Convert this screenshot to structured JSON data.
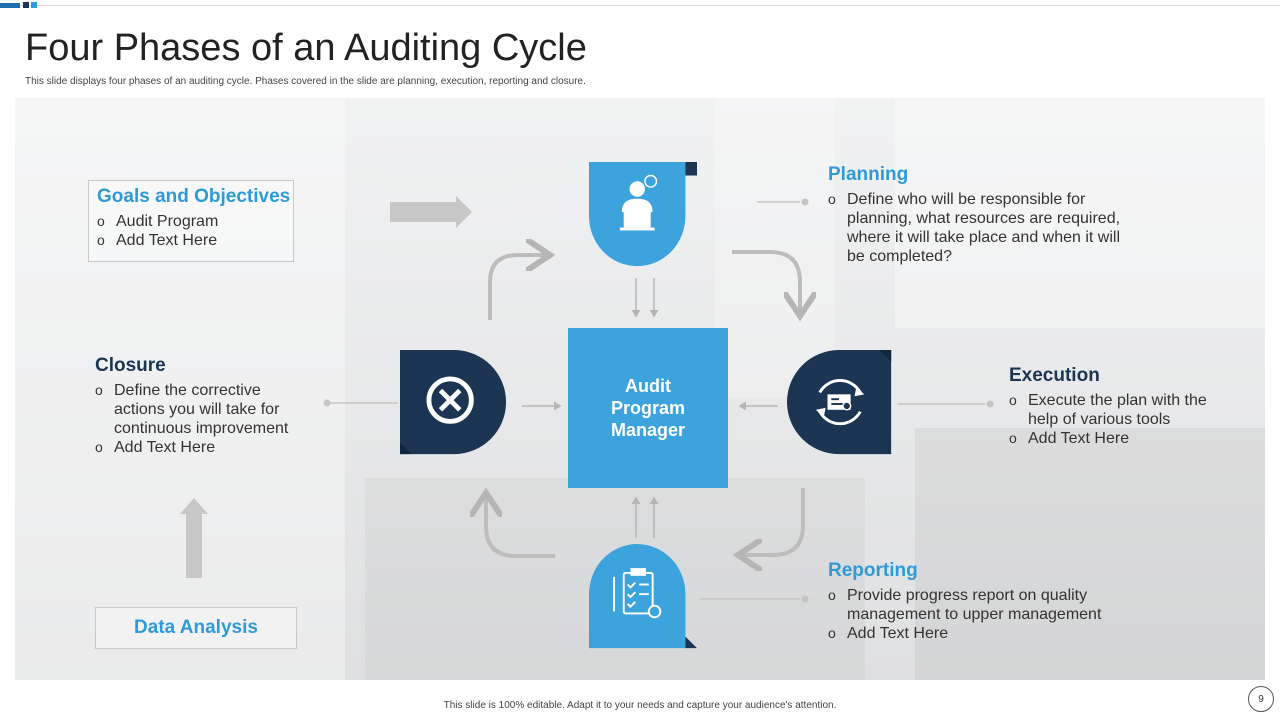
{
  "header": {
    "title": "Four Phases of an Auditing Cycle",
    "subtitle": "This slide displays four phases of an auditing cycle. Phases covered in the slide are planning, execution, reporting and closure."
  },
  "center": {
    "label": "Audit Program Manager"
  },
  "goals": {
    "heading": "Goals and Objectives",
    "bullets": [
      "Audit Program",
      "Add Text Here"
    ]
  },
  "planning": {
    "heading": "Planning",
    "bullets": [
      "Define who will be responsible for planning, what resources are required, where it will take place and when it will be completed?"
    ],
    "icon": "person-laptop-icon"
  },
  "execution": {
    "heading": "Execution",
    "bullets": [
      "Execute the plan with the help of various tools",
      "Add Text Here"
    ],
    "icon": "process-cycle-icon"
  },
  "reporting": {
    "heading": "Reporting",
    "bullets": [
      "Provide progress report on quality management to upper management",
      "Add Text Here"
    ],
    "icon": "clipboard-checklist-icon"
  },
  "closure": {
    "heading": "Closure",
    "bullets": [
      "Define the corrective actions you will take for continuous improvement",
      "Add Text Here"
    ],
    "icon": "circle-x-icon"
  },
  "data_analysis": {
    "label": "Data Analysis"
  },
  "footer": {
    "note": "This slide is 100% editable. Adapt it to your needs and capture your audience's attention.",
    "page_number": "9"
  },
  "colors": {
    "light_blue": "#3ca3dd",
    "dark_navy": "#1c3553",
    "heading_blue": "#2e9ad7"
  }
}
